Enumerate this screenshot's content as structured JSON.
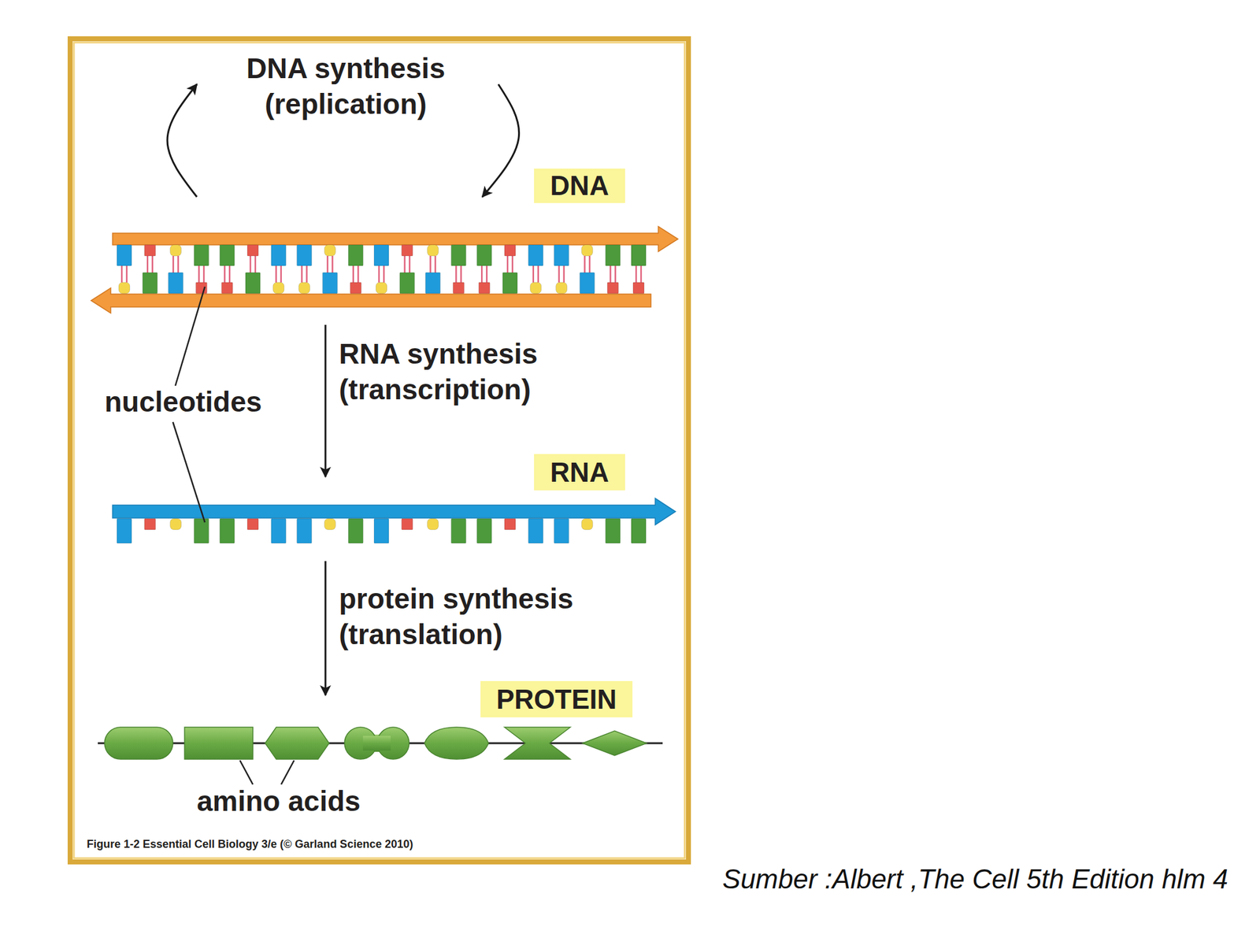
{
  "diagram": {
    "caption": "Sumber :Albert ,The Cell 5th Edition hlm 4",
    "nodes": [
      {
        "text": [
          "DNA"
        ]
      },
      {
        "text": [
          "RNA"
        ]
      },
      {
        "text": [
          "PROTEIN"
        ]
      }
    ],
    "edges": [
      {
        "from": 0,
        "to": 0,
        "arrow": "to",
        "label": "DNA synthesis (replication)"
      },
      {
        "from": 0,
        "to": 1,
        "arrow": "to",
        "label": "RNA synthesis (transcription)"
      },
      {
        "from": 1,
        "to": 2,
        "arrow": "to",
        "label": "protein synthesis (translation)"
      }
    ],
    "labels": [
      "nucleotides",
      "amino acids",
      "Figure 1-2 Essential Cell Biology 3/e (© Garland Science 2010)"
    ]
  }
}
